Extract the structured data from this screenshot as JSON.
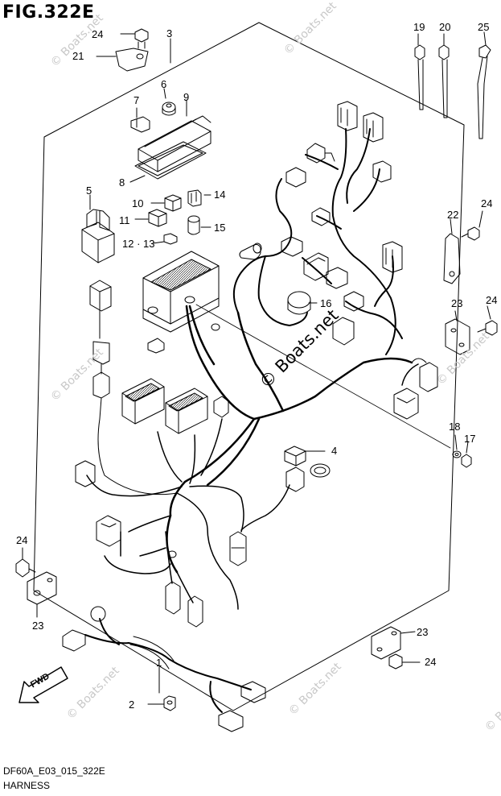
{
  "figure": {
    "title": "FIG.322E",
    "code": "DF60A_E03_015_322E",
    "name": "HARNESS"
  },
  "watermark": {
    "text": "© Boats.net",
    "center_text": "© Boats.net"
  },
  "fwd_label": "FWD",
  "callouts": [
    {
      "id": "c-1",
      "text": "1"
    },
    {
      "id": "c-2",
      "text": "2"
    },
    {
      "id": "c-3",
      "text": "3"
    },
    {
      "id": "c-4",
      "text": "4"
    },
    {
      "id": "c-5",
      "text": "5"
    },
    {
      "id": "c-6",
      "text": "6"
    },
    {
      "id": "c-7",
      "text": "7"
    },
    {
      "id": "c-8",
      "text": "8"
    },
    {
      "id": "c-9",
      "text": "9"
    },
    {
      "id": "c-10",
      "text": "10"
    },
    {
      "id": "c-11",
      "text": "11"
    },
    {
      "id": "c-12-13",
      "text": "12 · 13"
    },
    {
      "id": "c-14",
      "text": "14"
    },
    {
      "id": "c-15",
      "text": "15"
    },
    {
      "id": "c-16",
      "text": "16"
    },
    {
      "id": "c-17",
      "text": "17"
    },
    {
      "id": "c-18",
      "text": "18"
    },
    {
      "id": "c-19",
      "text": "19"
    },
    {
      "id": "c-20",
      "text": "20"
    },
    {
      "id": "c-22",
      "text": "22"
    },
    {
      "id": "c-23-a",
      "text": "23"
    },
    {
      "id": "c-23-b",
      "text": "23"
    },
    {
      "id": "c-23-c",
      "text": "23"
    },
    {
      "id": "c-24-a",
      "text": "24"
    },
    {
      "id": "c-24-b",
      "text": "24"
    },
    {
      "id": "c-24-c",
      "text": "24"
    },
    {
      "id": "c-24-d",
      "text": "24"
    },
    {
      "id": "c-24-e",
      "text": "24"
    },
    {
      "id": "c-25",
      "text": "25"
    },
    {
      "id": "c-21",
      "text": "21"
    }
  ]
}
